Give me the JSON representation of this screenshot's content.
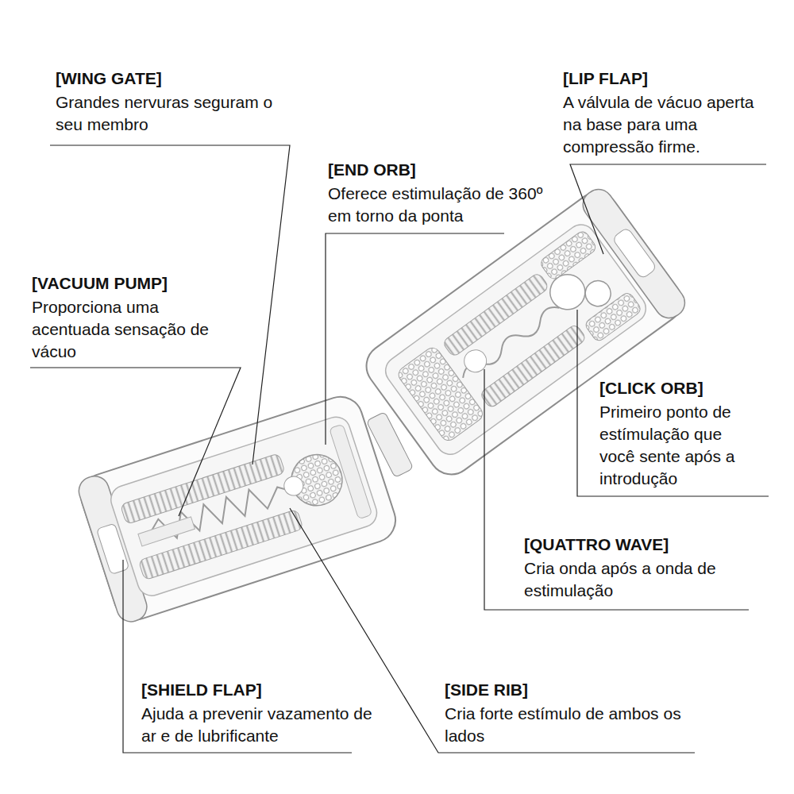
{
  "diagram": {
    "labels": [
      "[WING GATE]",
      "Grandes nervuras seguram o seu membro",
      "[LIP FLAP]",
      "A válvula de vácuo aperta na base para uma compressão firme.",
      "[END ORB]",
      "Oferece estimulação de 360º em torno da ponta",
      "[VACUUM PUMP]",
      "Proporciona uma acentuada sensação de vácuo",
      "[CLICK ORB]",
      "Primeiro ponto de estímulação que você sente após a introdução",
      "[QUATTRO WAVE]",
      "Cria onda após a onda de estimulação",
      "[SHIELD FLAP]",
      "Ajuda a prevenir vazamento de ar e de lubrificante",
      "[SIDE RIB]",
      "Cria forte estímulo de ambos os lados"
    ]
  }
}
